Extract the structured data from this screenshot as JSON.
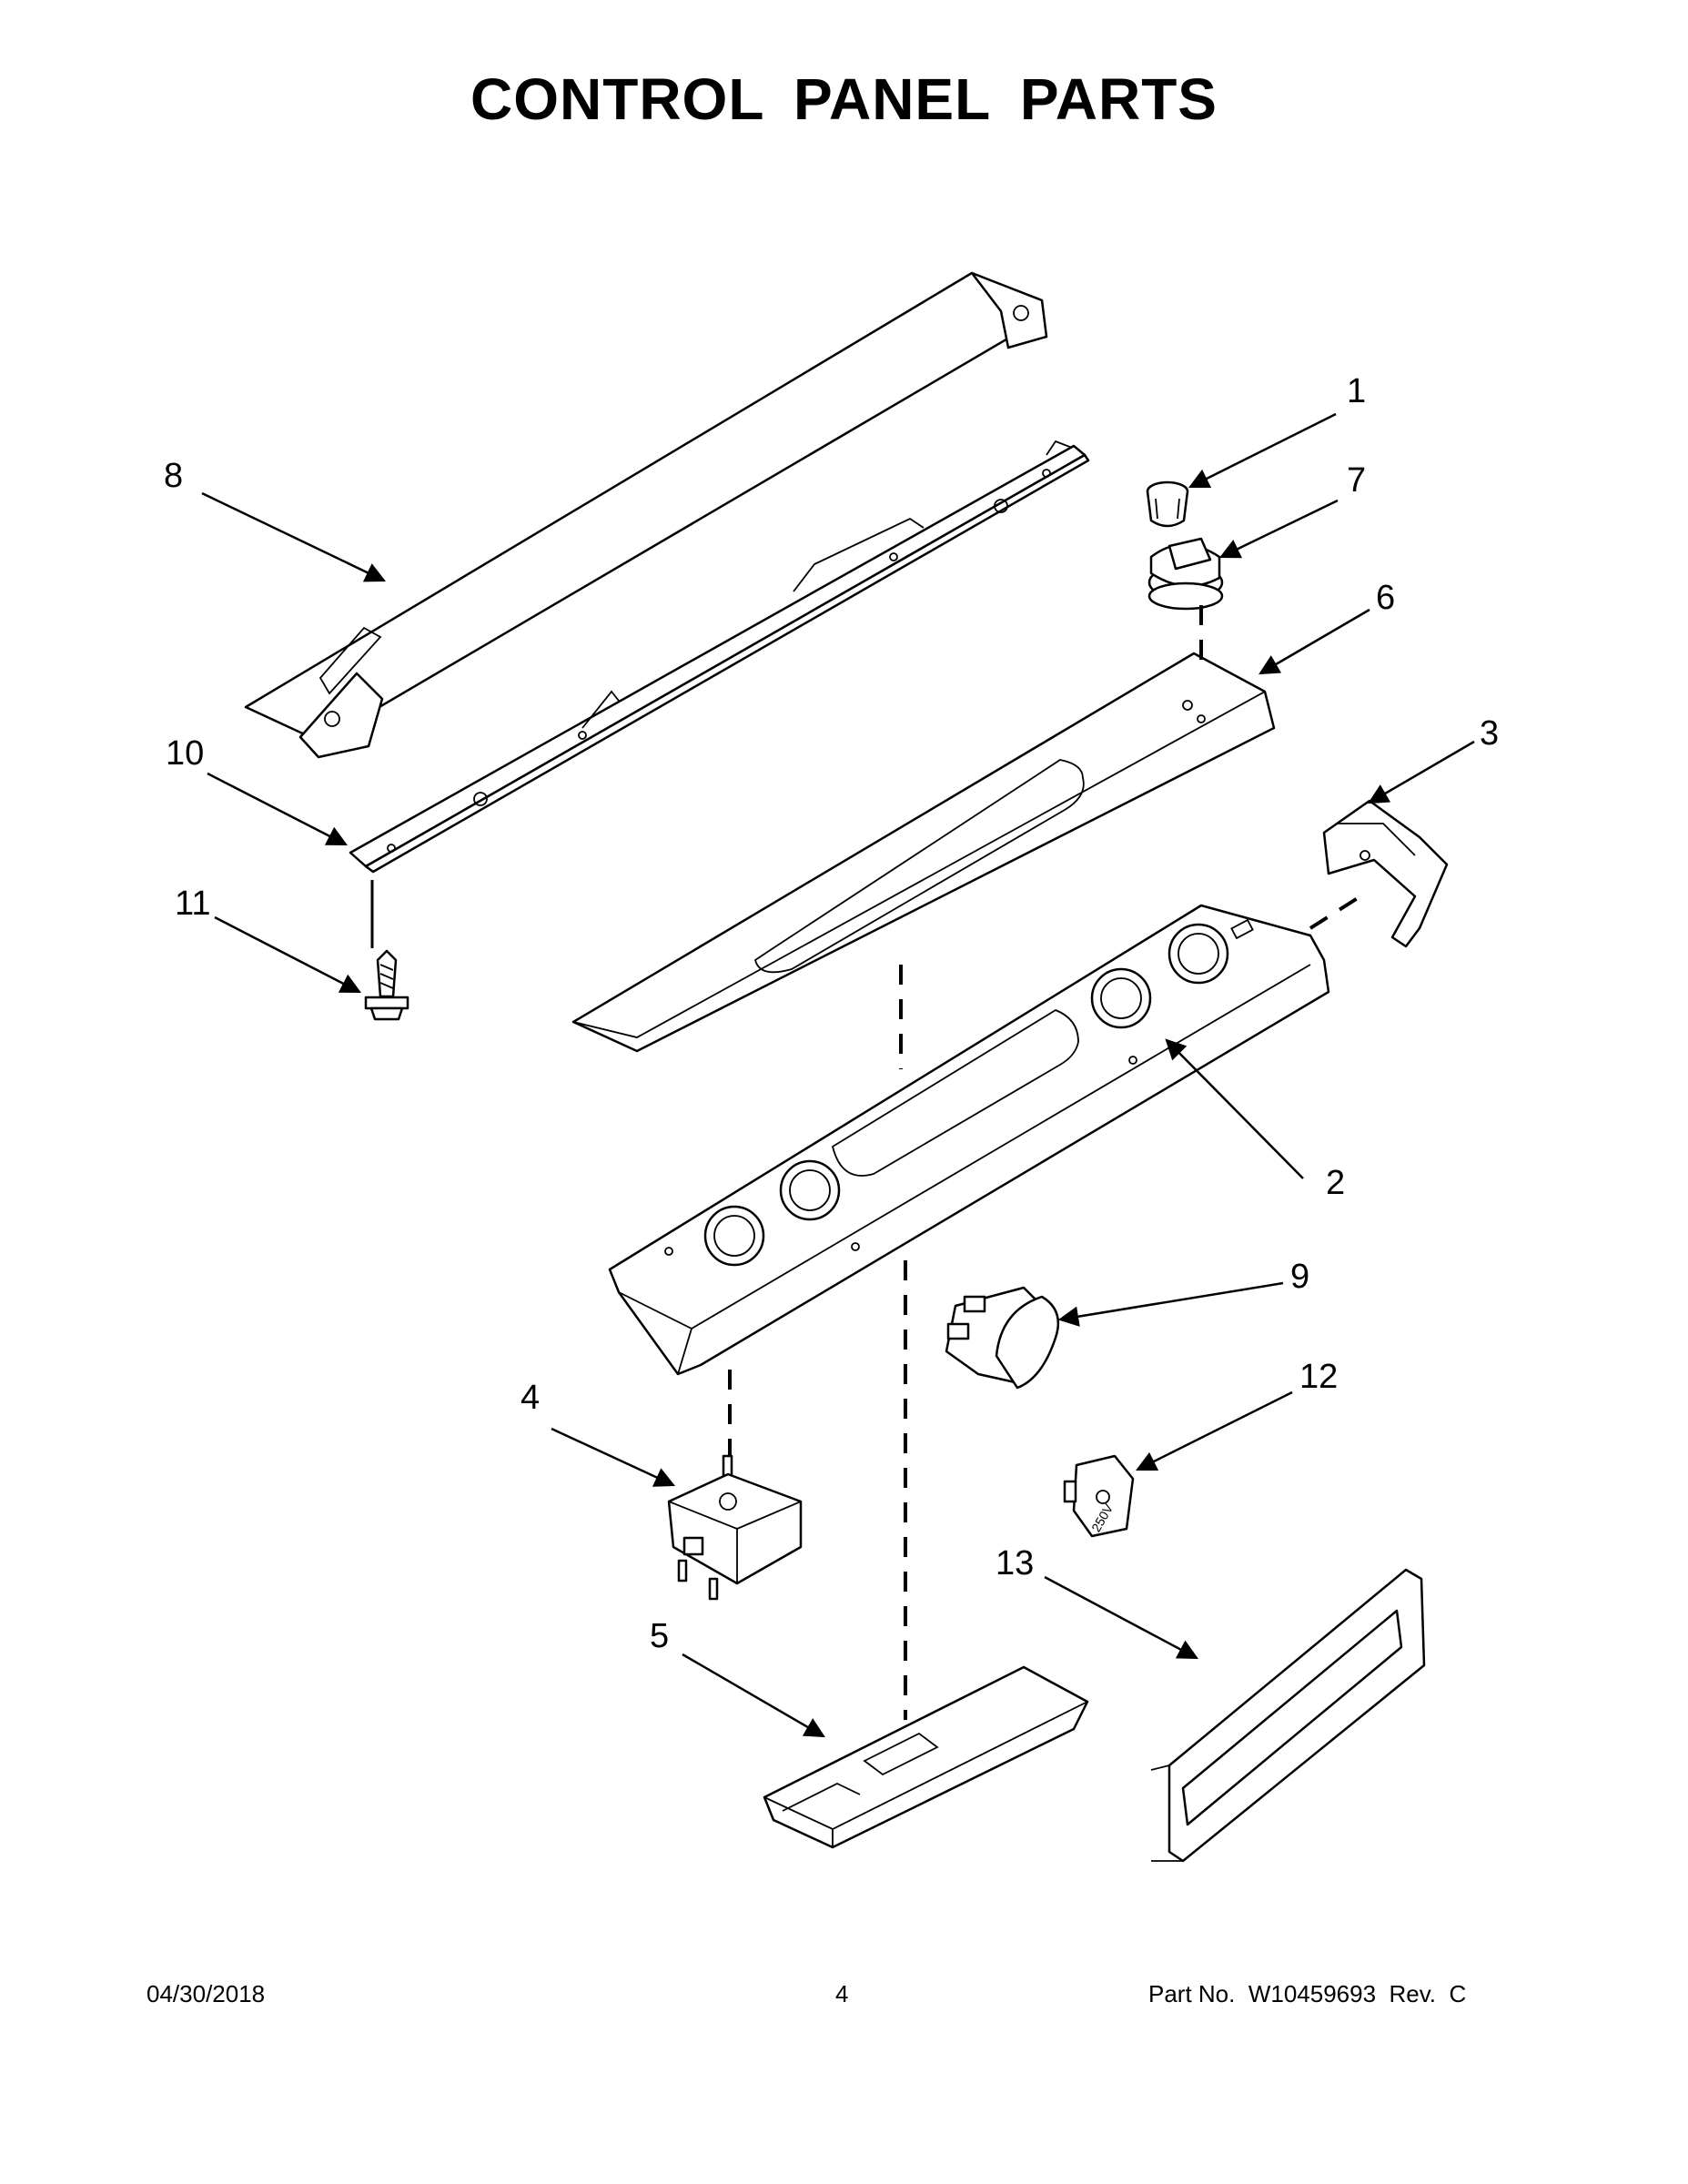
{
  "page": {
    "title": "CONTROL PANEL PARTS"
  },
  "diagram": {
    "callouts": [
      "1",
      "2",
      "3",
      "4",
      "5",
      "6",
      "7",
      "8",
      "9",
      "10",
      "11",
      "12",
      "13"
    ],
    "switch_marking": "250V"
  },
  "footer": {
    "date": "04/30/2018",
    "page_number": "4",
    "part_number": "Part No.  W10459693  Rev.  C"
  }
}
